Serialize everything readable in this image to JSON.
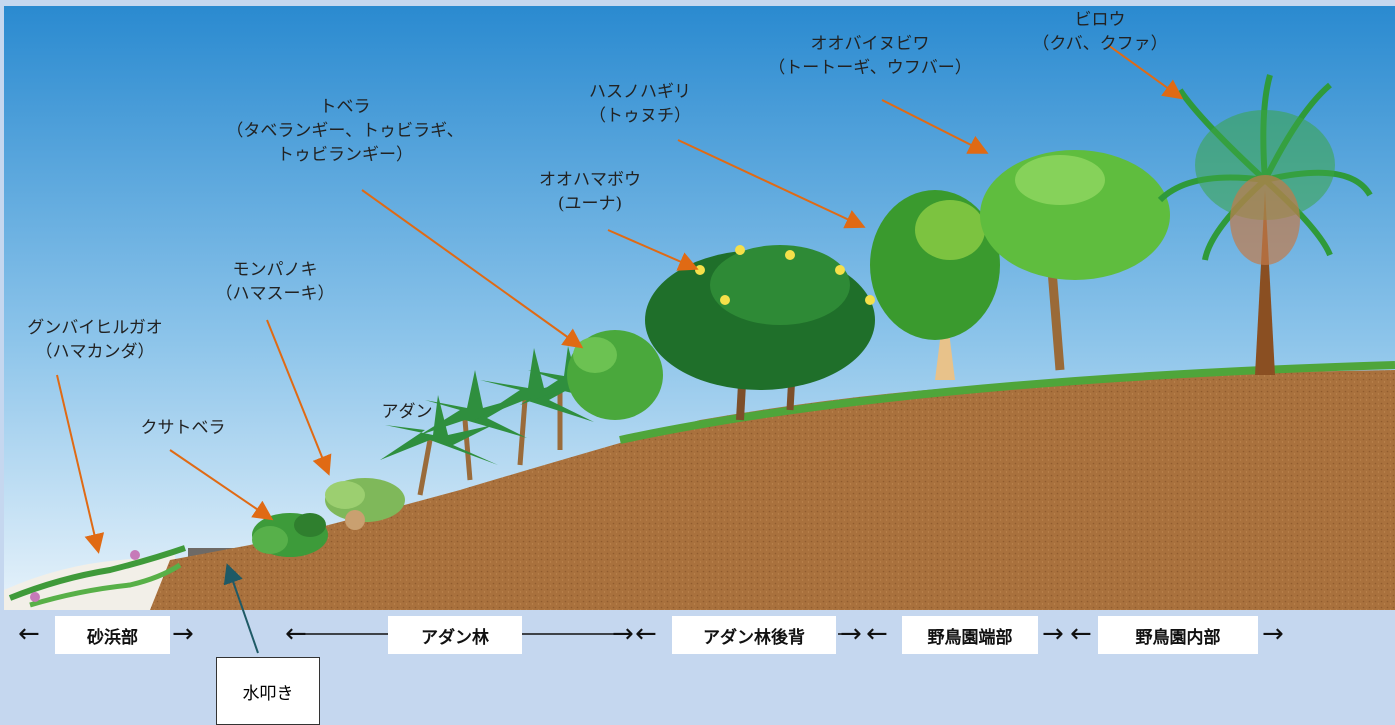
{
  "plants": {
    "biro": {
      "name": "ビロウ",
      "local": "（クバ、クファ）"
    },
    "ooba": {
      "name": "オオバイヌビワ",
      "local": "（トートーギ、ウフバー）"
    },
    "hasuno": {
      "name": "ハスノハギリ",
      "local": "（トゥヌチ）"
    },
    "tobera": {
      "name": "トベラ",
      "local1": "（タベランギー、トゥビラギ、",
      "local2": "トゥビランギー）"
    },
    "oohama": {
      "name": "オオハマボウ",
      "local": "(ユーナ)"
    },
    "monpa": {
      "name": "モンパノキ",
      "local": "（ハマスーキ）"
    },
    "gunbai": {
      "name": "グンバイヒルガオ",
      "local": "（ハマカンダ）"
    },
    "kusato": {
      "name": "クサトベラ"
    },
    "adan": {
      "name": "アダン"
    }
  },
  "zones": [
    "砂浜部",
    "アダン林",
    "アダン林後背",
    "野鳥園端部",
    "野鳥園内部"
  ],
  "arrows": {
    "left": "←",
    "right": "→"
  },
  "water_label": "水叩き",
  "colors": {
    "sky_top": "#2a8ad0",
    "sky_bottom": "#e8f3fb",
    "soil": "#a9713d",
    "leader": "#e06a14",
    "water_leader": "#1f5a66",
    "background": "#c5d7ef"
  }
}
